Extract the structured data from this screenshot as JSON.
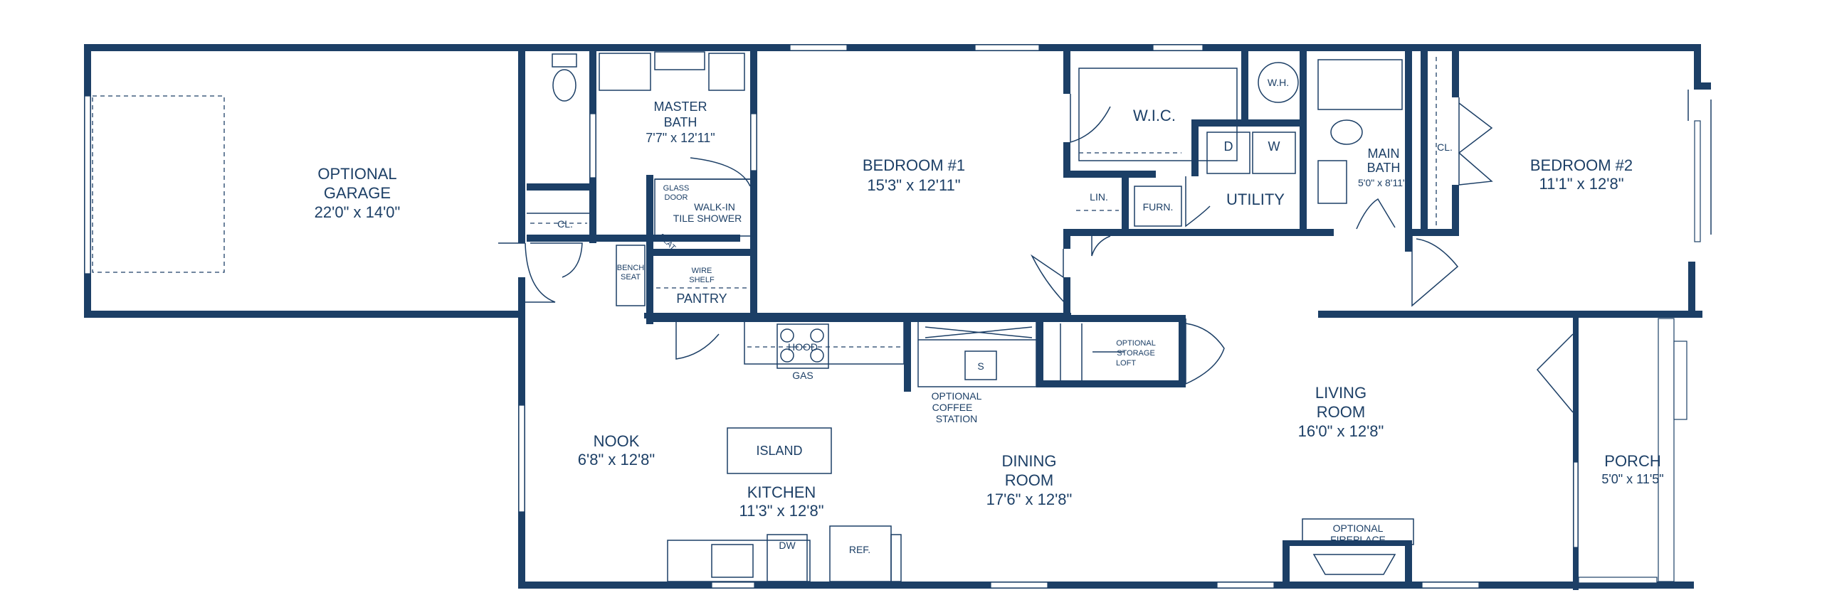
{
  "rooms": {
    "garage": {
      "name": "OPTIONAL\nGARAGE",
      "line1": "OPTIONAL",
      "line2": "GARAGE",
      "dims": "22'0\" x 14'0\""
    },
    "master_bath": {
      "line1": "MASTER",
      "line2": "BATH",
      "dims": "7'7\" x 12'11\""
    },
    "bedroom1": {
      "name": "BEDROOM #1",
      "dims": "15'3\" x 12'11\""
    },
    "wic": {
      "name": "W.I.C."
    },
    "wh": {
      "name": "W.H."
    },
    "utility": {
      "name": "UTILITY"
    },
    "lin": {
      "name": "LIN."
    },
    "furn": {
      "name": "FURN."
    },
    "main_bath": {
      "line1": "MAIN",
      "line2": "BATH",
      "dims": "5'0\" x 8'11\""
    },
    "bedroom2": {
      "name": "BEDROOM #2",
      "dims": "11'1\" x 12'8\""
    },
    "living": {
      "line1": "LIVING",
      "line2": "ROOM",
      "dims": "16'0\" x 12'8\""
    },
    "porch": {
      "name": "PORCH",
      "dims": "5'0\" x 11'5\""
    },
    "dining": {
      "line1": "DINING",
      "line2": "ROOM",
      "dims": "17'6\" x 12'8\""
    },
    "kitchen": {
      "name": "KITCHEN",
      "dims": "11'3\" x 12'8\""
    },
    "nook": {
      "name": "NOOK",
      "dims": "6'8\" x 12'8\""
    },
    "pantry": {
      "name": "PANTRY"
    }
  },
  "fixtures": {
    "cl_garage": "CL.",
    "cl_bed2": "CL.",
    "glass_door_1": "GLASS",
    "glass_door_2": "DOOR",
    "shower_1": "WALK-IN",
    "shower_2": "TILE SHOWER",
    "seat": "SEAT",
    "bench_1": "BENCH",
    "bench_2": "SEAT",
    "wire_1": "WIRE",
    "wire_2": "SHELF",
    "hood": "HOOD",
    "gas": "GAS",
    "sink": "S",
    "coffee_1": "OPTIONAL",
    "coffee_2": "COFFEE",
    "coffee_3": "STATION",
    "loft_1": "OPTIONAL",
    "loft_2": "STORAGE",
    "loft_3": "LOFT",
    "island": "ISLAND",
    "dw": "DW",
    "ref": "REF.",
    "dryer": "D",
    "washer": "W",
    "fireplace_1": "OPTIONAL",
    "fireplace_2": "FIREPLACE"
  },
  "colors": {
    "wall": "#1c3f66",
    "background": "#ffffff"
  }
}
